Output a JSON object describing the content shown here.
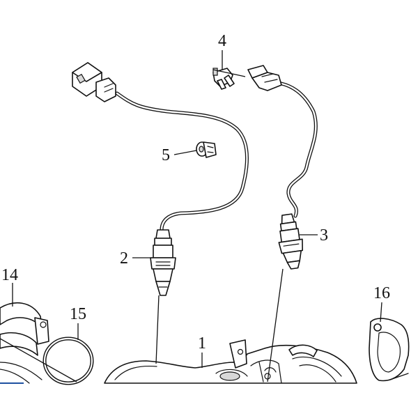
{
  "callouts": {
    "c1": "1",
    "c2": "2",
    "c3": "3",
    "c4": "4",
    "c5": "5",
    "c14": "14",
    "c15": "15",
    "c16": "16"
  },
  "parts": {
    "manifold": "exhaust-manifold",
    "sensor_front": "oxygen-sensor-upstream",
    "sensor_rear": "oxygen-sensor-downstream",
    "clip_top": "cable-clip",
    "clip_mid": "cable-clip",
    "clamp": "exhaust-clamp",
    "gasket_ring": "seal-ring",
    "gasket_flange": "flange-gasket"
  },
  "colors": {
    "line": "#111111",
    "background": "#ffffff",
    "accent": "#1e50a0"
  }
}
